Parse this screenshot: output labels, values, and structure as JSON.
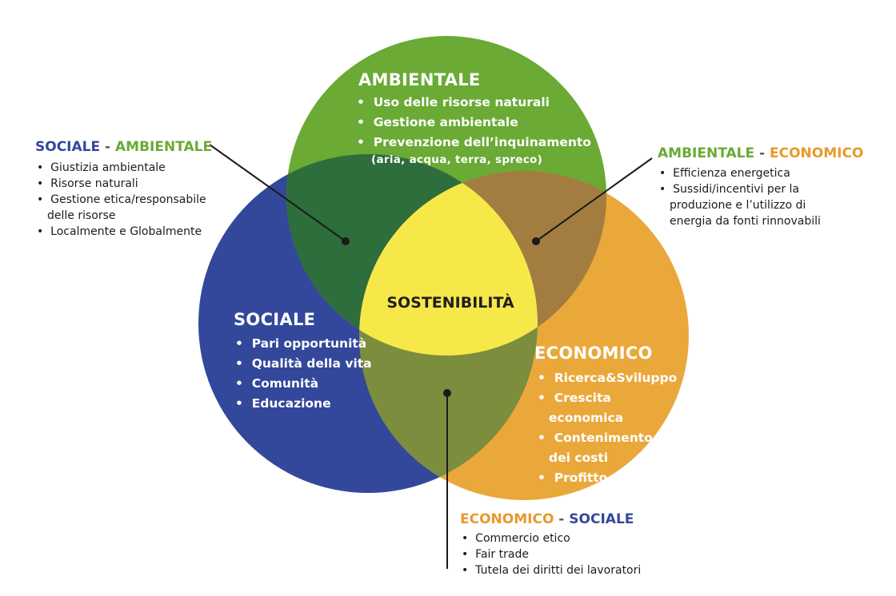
{
  "circles": {
    "ambientale": {
      "title": "AMBIENTALE",
      "color": "#6aaa35",
      "items": [
        "Uso delle risorse naturali",
        "Gestione ambientale",
        "Prevenzione dell’inquinamento"
      ],
      "note": "(aria, acqua, terra, spreco)"
    },
    "sociale": {
      "title": "SOCIALE",
      "color": "#33489b",
      "items": [
        "Pari opportunità",
        "Qualità della vita",
        "Comunità",
        "Educazione"
      ]
    },
    "economico": {
      "title": "ECONOMICO",
      "color": "#eaa83a",
      "items": [
        "Ricerca&Sviluppo",
        "Crescita economica",
        "Contenimento dei costi",
        "Profitto"
      ]
    }
  },
  "center": {
    "label": "SOSTENIBILITÀ",
    "color": "#f7e84a"
  },
  "overlaps": {
    "sociale_ambientale": "#2e6d3c",
    "ambientale_economico": "#a37d3f",
    "economico_sociale": "#7c8d3d"
  },
  "callouts": {
    "sociale_ambientale": {
      "left": "SOCIALE",
      "sep": " - ",
      "right": "AMBIENTALE",
      "items": [
        "Giustizia ambientale",
        "Risorse naturali",
        "Gestione etica/responsabile delle risorse",
        "Localmente e Globalmente"
      ]
    },
    "ambientale_economico": {
      "left": "AMBIENTALE",
      "sep": " - ",
      "right": "ECONOMICO",
      "items": [
        "Efficienza energetica",
        "Sussidi/incentivi per la produzione e l’utilizzo di energia da fonti rinnovabili"
      ]
    },
    "economico_sociale": {
      "left": "ECONOMICO",
      "sep": " - ",
      "right": "SOCIALE",
      "items": [
        "Commercio etico",
        "Fair trade",
        "Tutela dei diritti dei lavoratori"
      ]
    }
  }
}
